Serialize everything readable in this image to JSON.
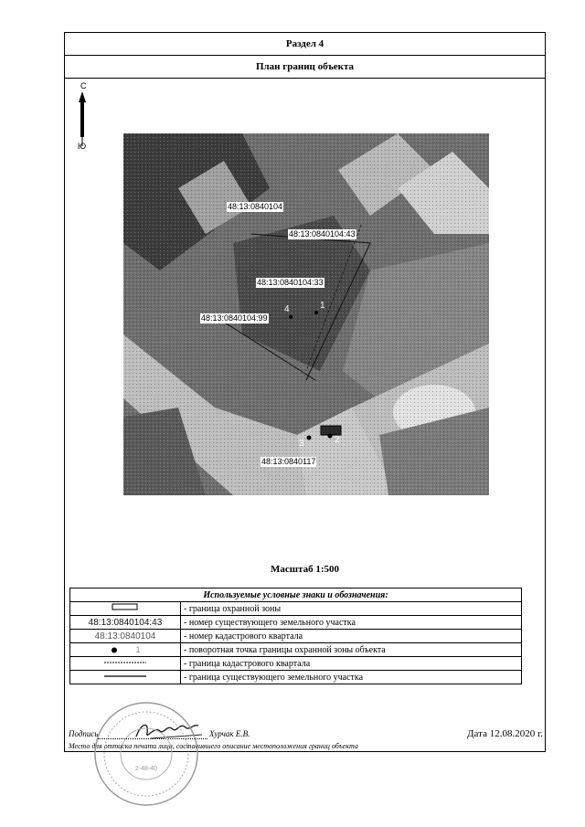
{
  "header": {
    "section": "Раздел 4",
    "title": "План границ объекта"
  },
  "north_arrow": {
    "north_label": "С",
    "south_label": "Ю"
  },
  "map": {
    "labels": {
      "quarter": "48:13:0840104",
      "parcel_43": "48:13:0840104:43",
      "parcel_33": "48:13:0840104:33",
      "parcel_99": "48:13:0840104:99",
      "quarter_117": "48:13:0840117"
    },
    "points": [
      "1",
      "2",
      "3",
      "4"
    ]
  },
  "scale": "Масштаб 1:500",
  "legend": {
    "title": "Используемые условные знаки и обозначения:",
    "rows": [
      {
        "symbol": "",
        "text": "- граница охранной зоны"
      },
      {
        "symbol": "48:13:0840104:43",
        "text": "- номер существующего земельного участка"
      },
      {
        "symbol": "48:13:0840104",
        "text": "- номер кадастрового квартала"
      },
      {
        "symbol": "1",
        "text": "- поворотная точка границы охранной зоны объекта"
      },
      {
        "symbol": "",
        "text": "- граница кадастрового квартала"
      },
      {
        "symbol": "",
        "text": "- граница существующего земельного участка"
      }
    ]
  },
  "footer": {
    "signature_label": "Подпись",
    "signer_name": "Хурчак Е.В.",
    "date": "Дата 12.08.2020 г.",
    "place_text": "Место для оттиска печати лица, составившего описание местоположения границ объекта",
    "seal_number": "2-48-40"
  }
}
